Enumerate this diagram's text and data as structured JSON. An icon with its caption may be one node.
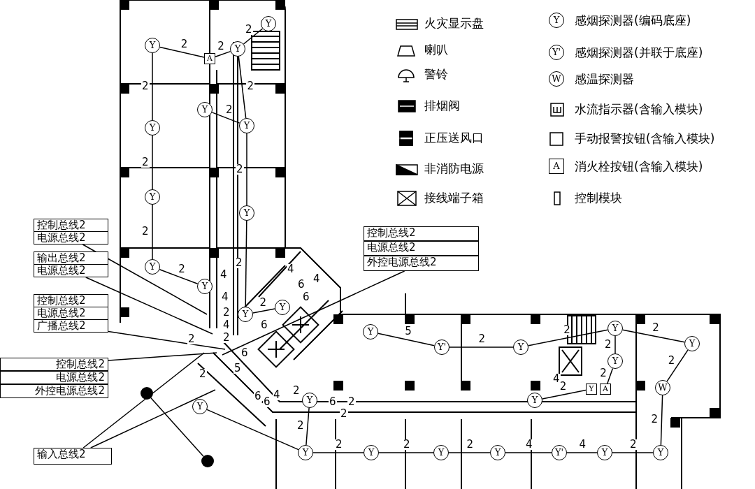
{
  "diagram": {
    "nodes": [
      {
        "text": [
          "控制总线2"
        ]
      },
      {
        "text": [
          "电源总线2"
        ]
      },
      {
        "text": [
          "输出总线2"
        ]
      },
      {
        "text": [
          "电源总线2"
        ]
      },
      {
        "text": [
          "控制总线2"
        ]
      },
      {
        "text": [
          "电源总线2"
        ]
      },
      {
        "text": [
          "广播总线2"
        ]
      },
      {
        "text": [
          "控制总线2"
        ]
      },
      {
        "text": [
          "电源总线2"
        ]
      },
      {
        "text": [
          "外控电源总线2"
        ]
      },
      {
        "text": [
          "输入总线2"
        ]
      },
      {
        "text": [
          "控制总线2"
        ]
      },
      {
        "text": [
          "电源总线2"
        ]
      },
      {
        "text": [
          "外控电源总线2"
        ]
      },
      {
        "text": [
          "Y"
        ]
      },
      {
        "text": [
          "Y"
        ]
      },
      {
        "text": [
          "Y"
        ]
      },
      {
        "text": [
          "Y"
        ]
      },
      {
        "text": [
          "Y"
        ]
      },
      {
        "text": [
          "Y"
        ]
      },
      {
        "text": [
          "Y"
        ]
      },
      {
        "text": [
          "Y"
        ]
      },
      {
        "text": [
          "Y"
        ]
      },
      {
        "text": [
          "Y"
        ]
      },
      {
        "text": [
          "Y"
        ]
      },
      {
        "text": [
          "Y"
        ]
      },
      {
        "text": [
          "Y"
        ]
      },
      {
        "text": [
          "Y"
        ]
      },
      {
        "text": [
          "Y"
        ]
      },
      {
        "text": [
          "Y"
        ]
      },
      {
        "text": [
          "Y'"
        ]
      },
      {
        "text": [
          "Y"
        ]
      },
      {
        "text": [
          "Y"
        ]
      },
      {
        "text": [
          "Y"
        ]
      },
      {
        "text": [
          "Y"
        ]
      },
      {
        "text": [
          "W"
        ]
      },
      {
        "text": [
          "Y"
        ]
      },
      {
        "text": [
          "Y"
        ]
      },
      {
        "text": [
          "Y"
        ]
      },
      {
        "text": [
          "Y"
        ]
      },
      {
        "text": [
          "Y'"
        ]
      },
      {
        "text": [
          "Y"
        ]
      },
      {
        "text": [
          "Y"
        ]
      },
      {
        "text": [
          "A"
        ]
      },
      {
        "text": [
          "Y"
        ]
      },
      {
        "text": [
          "A"
        ]
      },
      {
        "text": [],
        "shape": "circle"
      },
      {
        "text": [],
        "shape": "circle"
      }
    ],
    "edges": [
      {
        "from": 43,
        "to": 14,
        "arrow": "none",
        "label": "2"
      },
      {
        "from": 43,
        "to": 16,
        "arrow": "none",
        "label": "2"
      },
      {
        "from": 16,
        "to": 15,
        "arrow": "none",
        "label": "2"
      },
      {
        "from": 14,
        "to": 19,
        "arrow": "none",
        "label": "2"
      },
      {
        "from": 19,
        "to": 20,
        "arrow": "none",
        "label": "2"
      },
      {
        "from": 20,
        "to": 22,
        "arrow": "none",
        "label": "2"
      },
      {
        "from": 16,
        "to": 18,
        "arrow": "none",
        "label": "2"
      },
      {
        "from": 17,
        "to": 18,
        "arrow": "none",
        "label": "2"
      },
      {
        "from": 18,
        "to": 21,
        "arrow": "none",
        "label": "2"
      },
      {
        "from": 21,
        "to": 24,
        "arrow": "none",
        "label": "2"
      },
      {
        "from": 22,
        "to": 23,
        "arrow": "none",
        "label": "2"
      },
      {
        "from": 24,
        "to": 25,
        "arrow": "none",
        "label": "2"
      },
      {
        "from": 26,
        "to": 28,
        "arrow": "none"
      },
      {
        "from": 27,
        "to": 28,
        "arrow": "none",
        "label": "2"
      },
      {
        "from": 28,
        "to": 37,
        "arrow": "none",
        "label": "2"
      },
      {
        "from": 37,
        "to": 38,
        "arrow": "none",
        "label": "2"
      },
      {
        "from": 38,
        "to": 39,
        "arrow": "none",
        "label": "2"
      },
      {
        "from": 39,
        "to": 40,
        "arrow": "none",
        "label": "4"
      },
      {
        "from": 40,
        "to": 41,
        "arrow": "none",
        "label": "4"
      },
      {
        "from": 41,
        "to": 42,
        "arrow": "none",
        "label": "2"
      },
      {
        "from": 42,
        "to": 35,
        "arrow": "none",
        "label": "2"
      },
      {
        "from": 35,
        "to": 34,
        "arrow": "none",
        "label": "2"
      },
      {
        "from": 34,
        "to": 32,
        "arrow": "none",
        "label": "2"
      },
      {
        "from": 32,
        "to": 33,
        "arrow": "none",
        "label": "2"
      },
      {
        "from": 32,
        "to": 31,
        "arrow": "none",
        "label": "2"
      },
      {
        "from": 31,
        "to": 30,
        "arrow": "none",
        "label": "2"
      },
      {
        "from": 30,
        "to": 29,
        "arrow": "none",
        "label": "5"
      },
      {
        "from": 33,
        "to": 45,
        "arrow": "none",
        "label": "2"
      },
      {
        "from": 36,
        "to": 44,
        "arrow": "none",
        "label": "2"
      },
      {
        "from": 46,
        "to": 47,
        "arrow": "none"
      },
      {
        "from": 1,
        "to": null,
        "arrow": "none"
      },
      {
        "from": 3,
        "to": null,
        "arrow": "none"
      },
      {
        "from": 6,
        "to": null,
        "arrow": "none"
      },
      {
        "from": 7,
        "to": null,
        "arrow": "none"
      },
      {
        "from": 13,
        "to": null,
        "arrow": "none"
      },
      {
        "from": 10,
        "to": null,
        "arrow": "none"
      },
      {
        "from": 10,
        "to": null,
        "arrow": "none"
      }
    ],
    "labels": [
      "Y",
      "Y'",
      "W",
      "A",
      "4",
      "4",
      "2",
      "4",
      "2",
      "2",
      "4",
      "6",
      "4",
      "6",
      "6",
      "6",
      "5",
      "2",
      "6",
      "6",
      "4",
      "2",
      "6",
      "2",
      "2",
      "4"
    ],
    "legend": [
      {
        "text": "火灾显示盘"
      },
      {
        "text": "喇叭"
      },
      {
        "text": "警铃"
      },
      {
        "text": "排烟阀"
      },
      {
        "text": "正压送风口"
      },
      {
        "text": "非消防电源"
      },
      {
        "text": "接线端子箱"
      },
      {
        "text": "感烟探测器(编码底座)"
      },
      {
        "text": "感烟探测器(并联于底座)"
      },
      {
        "text": "感温探测器"
      },
      {
        "text": "水流指示器(含输入模块)"
      },
      {
        "text": "手动报警按钮(含输入模块)"
      },
      {
        "text": "消火栓按钮(含输入模块)"
      },
      {
        "text": "控制模块"
      }
    ]
  }
}
